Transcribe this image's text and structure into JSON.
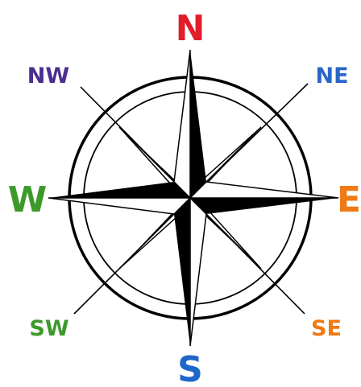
{
  "compass": {
    "directions": {
      "north": {
        "label": "N",
        "color": "#e11d2a"
      },
      "east": {
        "label": "E",
        "color": "#f07a16"
      },
      "south": {
        "label": "S",
        "color": "#1f66c9"
      },
      "west": {
        "label": "W",
        "color": "#3d9a2a"
      },
      "northeast": {
        "label": "NE",
        "color": "#2a66c9"
      },
      "southeast": {
        "label": "SE",
        "color": "#f07a16"
      },
      "southwest": {
        "label": "SW",
        "color": "#3d9a2a"
      },
      "northwest": {
        "label": "NW",
        "color": "#4b2e91"
      }
    },
    "rose_color": "#000000"
  }
}
